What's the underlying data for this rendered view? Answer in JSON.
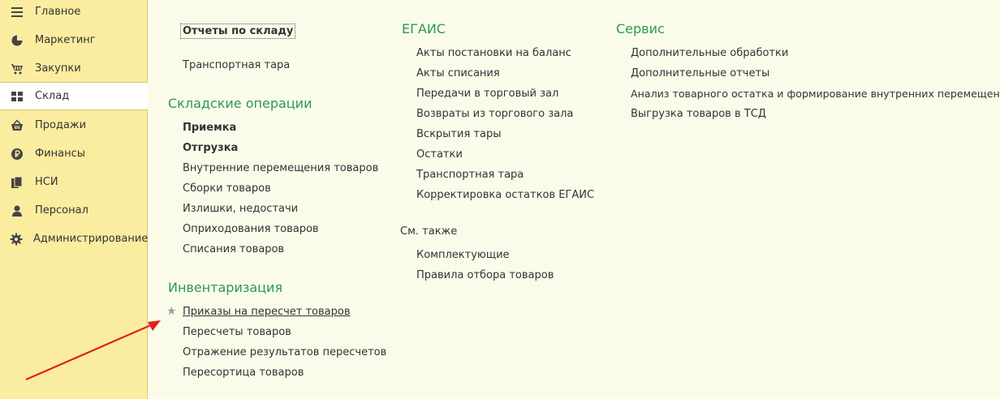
{
  "sidebar": {
    "items": [
      {
        "label": "Главное",
        "icon": "menu-lines-icon"
      },
      {
        "label": "Маркетинг",
        "icon": "pie-chart-icon"
      },
      {
        "label": "Закупки",
        "icon": "shopping-cart-icon"
      },
      {
        "label": "Склад",
        "icon": "grid-icon",
        "active": true
      },
      {
        "label": "Продажи",
        "icon": "basket-icon"
      },
      {
        "label": "Финансы",
        "icon": "ruble-coin-icon"
      },
      {
        "label": "НСИ",
        "icon": "documents-icon"
      },
      {
        "label": "Персонал",
        "icon": "person-icon"
      },
      {
        "label": "Администрирование",
        "icon": "gear-icon"
      }
    ]
  },
  "col1": {
    "top_links": [
      "Отчеты по складу",
      "Транспортная тара"
    ],
    "warehouse_ops": {
      "title": "Складские операции",
      "items": [
        "Приемка",
        "Отгрузка",
        "Внутренние перемещения товаров",
        "Сборки товаров",
        "Излишки, недостачи",
        "Оприходования товаров",
        "Списания товаров"
      ]
    },
    "inventory": {
      "title": "Инвентаризация",
      "items": [
        "Приказы на пересчет товаров",
        "Пересчеты товаров",
        "Отражение результатов пересчетов",
        "Пересортица товаров"
      ]
    }
  },
  "col2": {
    "egais": {
      "title": "ЕГАИС",
      "items": [
        "Акты постановки на баланс",
        "Акты списания",
        "Передачи в торговый зал",
        "Возвраты из торгового зала",
        "Вскрытия тары",
        "Остатки",
        "Транспортная тара",
        "Корректировка остатков ЕГАИС"
      ]
    },
    "see_also": {
      "title": "См. также",
      "items": [
        "Комплектующие",
        "Правила отбора товаров"
      ]
    }
  },
  "col3": {
    "service": {
      "title": "Сервис",
      "items": [
        "Дополнительные обработки",
        "Дополнительные отчеты",
        "Анализ товарного остатка и формирование внутренних перемещений",
        "Выгрузка товаров в ТСД"
      ]
    }
  },
  "colors": {
    "sidebar_bg": "#fbeda0",
    "content_bg": "#fbfbe9",
    "section_title": "#2a9a4e",
    "arrow": "#e0201c"
  }
}
